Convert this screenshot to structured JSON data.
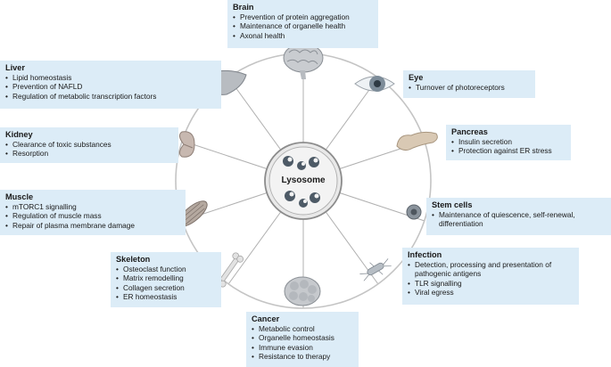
{
  "center": {
    "label": "Lysosome"
  },
  "organs": [
    {
      "id": "brain",
      "icon": "brain-icon",
      "title": "Brain",
      "items": [
        "Prevention of protein aggregation",
        "Maintenance of organelle health",
        "Axonal health"
      ]
    },
    {
      "id": "eye",
      "icon": "eye-icon",
      "title": "Eye",
      "items": [
        "Turnover of photoreceptors"
      ]
    },
    {
      "id": "pancreas",
      "icon": "pancreas-icon",
      "title": "Pancreas",
      "items": [
        "Insulin secretion",
        "Protection against ER stress"
      ]
    },
    {
      "id": "stem-cells",
      "icon": "stem-cell-icon",
      "title": "Stem cells",
      "items": [
        "Maintenance of quiescence, self-renewal, differentiation"
      ]
    },
    {
      "id": "infection",
      "icon": "bacterium-icon",
      "title": "Infection",
      "items": [
        "Detection, processing and presentation of pathogenic antigens",
        "TLR signalling",
        "Viral egress"
      ]
    },
    {
      "id": "cancer",
      "icon": "tumour-icon",
      "title": "Cancer",
      "items": [
        "Metabolic control",
        "Organelle homeostasis",
        "Immune evasion",
        "Resistance to therapy"
      ]
    },
    {
      "id": "skeleton",
      "icon": "bone-icon",
      "title": "Skeleton",
      "items": [
        "Osteoclast function",
        "Matrix remodelling",
        "Collagen secretion",
        "ER homeostasis"
      ]
    },
    {
      "id": "muscle",
      "icon": "muscle-icon",
      "title": "Muscle",
      "items": [
        "mTORC1 signalling",
        "Regulation of muscle mass",
        "Repair of plasma membrane damage"
      ]
    },
    {
      "id": "kidney",
      "icon": "kidney-icon",
      "title": "Kidney",
      "items": [
        "Clearance of toxic substances",
        "Resorption"
      ]
    },
    {
      "id": "liver",
      "icon": "liver-icon",
      "title": "Liver",
      "items": [
        "Lipid homeostasis",
        "Prevention of NAFLD",
        "Regulation of metabolic transcription factors"
      ]
    }
  ]
}
